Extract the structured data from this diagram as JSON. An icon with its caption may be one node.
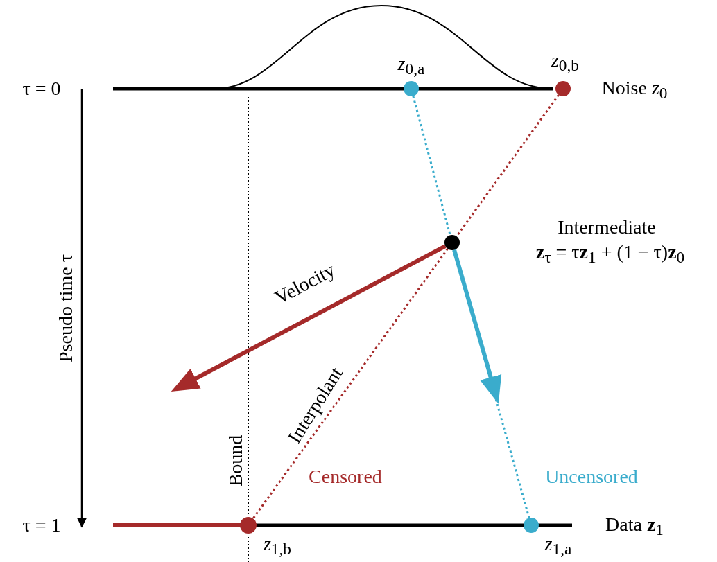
{
  "diagram": {
    "nodes": [
      {
        "text": [],
        "shape": "circle",
        "beside": [
          "*z*$_{0,a}$"
        ]
      },
      {
        "text": [],
        "shape": "circle",
        "beside": [
          "*z*$_{0,b}$"
        ]
      },
      {
        "text": [],
        "shape": "circle",
        "beside": [
          "Intermediate",
          "**z**$_{τ}$ = τ**z**$_{1}$ + (1 − τ)**z**$_{0}$"
        ]
      },
      {
        "text": [],
        "shape": "circle",
        "beside": [
          "*z*$_{1,b}$"
        ]
      },
      {
        "text": [],
        "shape": "circle",
        "beside": [
          "*z*$_{1,a}$"
        ]
      }
    ],
    "edges": [
      {
        "from": 1,
        "to": 2,
        "arrow": "none",
        "style": "dashed",
        "color": "#a52a2a"
      },
      {
        "from": 2,
        "to": 3,
        "arrow": "none",
        "style": "dashed",
        "color": "#a52a2a",
        "label": "Interpolant"
      },
      {
        "from": 0,
        "to": 2,
        "arrow": "none",
        "style": "dashed",
        "color": "#3aaccc"
      },
      {
        "from": 2,
        "to": 4,
        "arrow": "none",
        "style": "dashed",
        "color": "#3aaccc"
      },
      {
        "from": 2,
        "to": null,
        "arrow": "to",
        "style": "thick",
        "color": "#a52a2a",
        "label": "Velocity"
      },
      {
        "from": 2,
        "to": null,
        "arrow": "to",
        "style": "thick",
        "color": "#3aaccc"
      }
    ],
    "labels": [
      "τ = 0",
      "Noise *z*$_{0}$",
      "Pseudo time τ",
      "Bound",
      "Censored",
      "Uncensored",
      "τ = 1",
      "Data **z**$_{1}$"
    ]
  }
}
